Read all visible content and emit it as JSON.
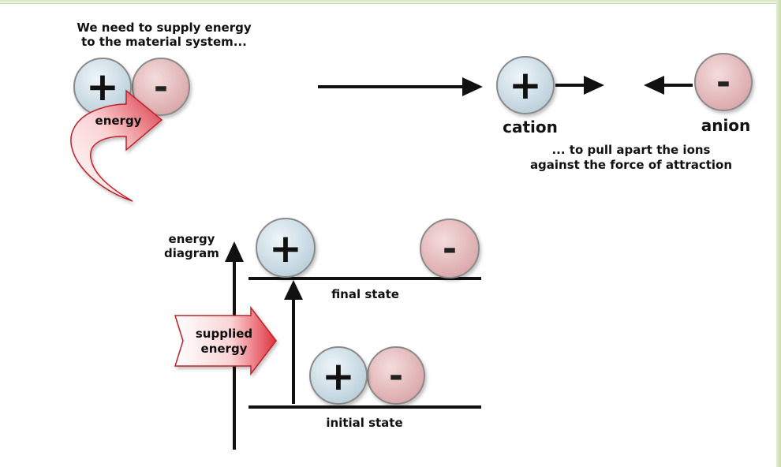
{
  "text": {
    "intro_line1": "We need to supply energy",
    "intro_line2": "to the material system...",
    "energy_arrow_label": "energy",
    "cation_label": "cation",
    "anion_label": "anion",
    "pull_line1": "... to pull apart the ions",
    "pull_line2": "against the force of attraction",
    "axis_line1": "energy",
    "axis_line2": "diagram",
    "final_state": "final state",
    "initial_state": "initial state",
    "supplied_line1": "supplied",
    "supplied_line2": "energy",
    "plus_sign": "+",
    "minus_sign": "-"
  },
  "colors": {
    "cation_fill": "#c8dbe6",
    "anion_fill": "#e6b9bb",
    "ion_stroke": "#8a8a8a",
    "arrow_fill": "#111111",
    "energy_arrow_red": "#d9323f",
    "energy_arrow_light": "#ffffff"
  }
}
